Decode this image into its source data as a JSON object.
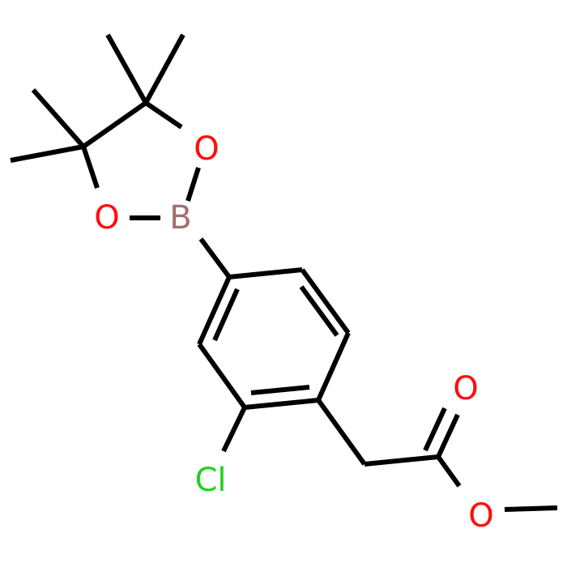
{
  "atoms": {
    "o_ring_upper": {
      "label": "O",
      "color": "#ff0d0d"
    },
    "o_ring_lower": {
      "label": "O",
      "color": "#ff0d0d"
    },
    "boron": {
      "label": "B",
      "color": "#a07070"
    },
    "chlorine": {
      "label": "Cl",
      "color": "#1fd31f"
    },
    "o_carbonyl": {
      "label": "O",
      "color": "#ff0d0d"
    },
    "o_ester": {
      "label": "O",
      "color": "#ff0d0d"
    }
  },
  "bond_color": "#000000"
}
